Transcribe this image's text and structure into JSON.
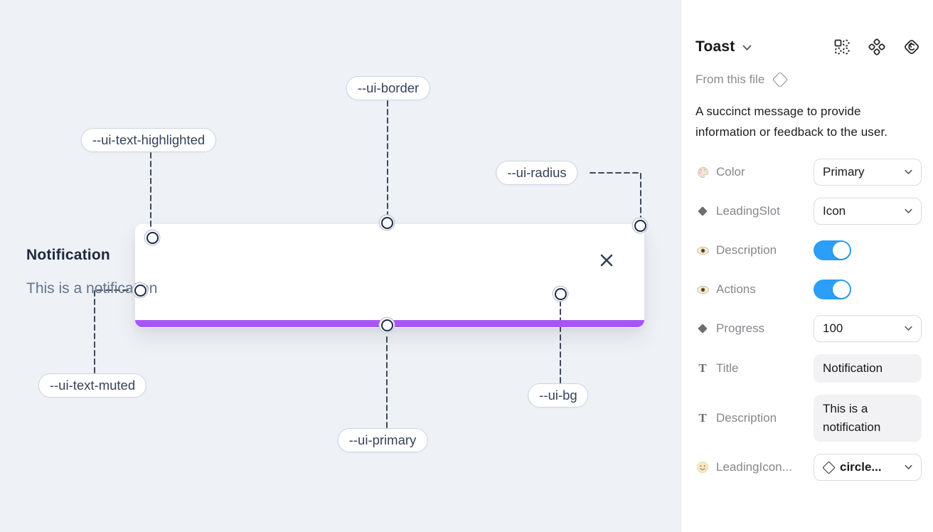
{
  "canvas": {
    "toast": {
      "title": "Notification",
      "description": "This is a notification"
    },
    "labels": {
      "border": "--ui-border",
      "text_highlighted": "--ui-text-highlighted",
      "radius": "--ui-radius",
      "text_muted": "--ui-text-muted",
      "primary": "--ui-primary",
      "bg": "--ui-bg"
    }
  },
  "panel": {
    "title": "Toast",
    "source_label": "From this file",
    "description": "A succinct message to provide information or feedback to the user.",
    "rows": [
      {
        "icon": "palette-icon",
        "label": "Color",
        "control": "dropdown",
        "value": "Primary"
      },
      {
        "icon": "diamond-icon",
        "label": "LeadingSlot",
        "control": "dropdown",
        "value": "Icon"
      },
      {
        "icon": "eye-icon",
        "label": "Description",
        "control": "toggle",
        "value": "on"
      },
      {
        "icon": "eye-icon",
        "label": "Actions",
        "control": "toggle",
        "value": "on"
      },
      {
        "icon": "diamond-icon",
        "label": "Progress",
        "control": "dropdown",
        "value": "100"
      },
      {
        "icon": "text-icon",
        "label": "Title",
        "control": "text-field",
        "value": "Notification"
      },
      {
        "icon": "text-icon",
        "label": "Description",
        "control": "text-field",
        "value": "This is a notification"
      },
      {
        "icon": "smiley-icon",
        "label": "LeadingIcon...",
        "control": "dropdown-icon",
        "value": "circle..."
      }
    ],
    "header_icons": [
      "instance-swap-icon",
      "component-icon",
      "storybook-icon"
    ]
  },
  "colors": {
    "canvas_bg": "#eef1f5",
    "primary_purple": "#a855f7",
    "toggle_blue": "#2b9ff7",
    "title_text": "#1e293b",
    "muted_text": "#64748b",
    "wire": "#3d4961"
  }
}
